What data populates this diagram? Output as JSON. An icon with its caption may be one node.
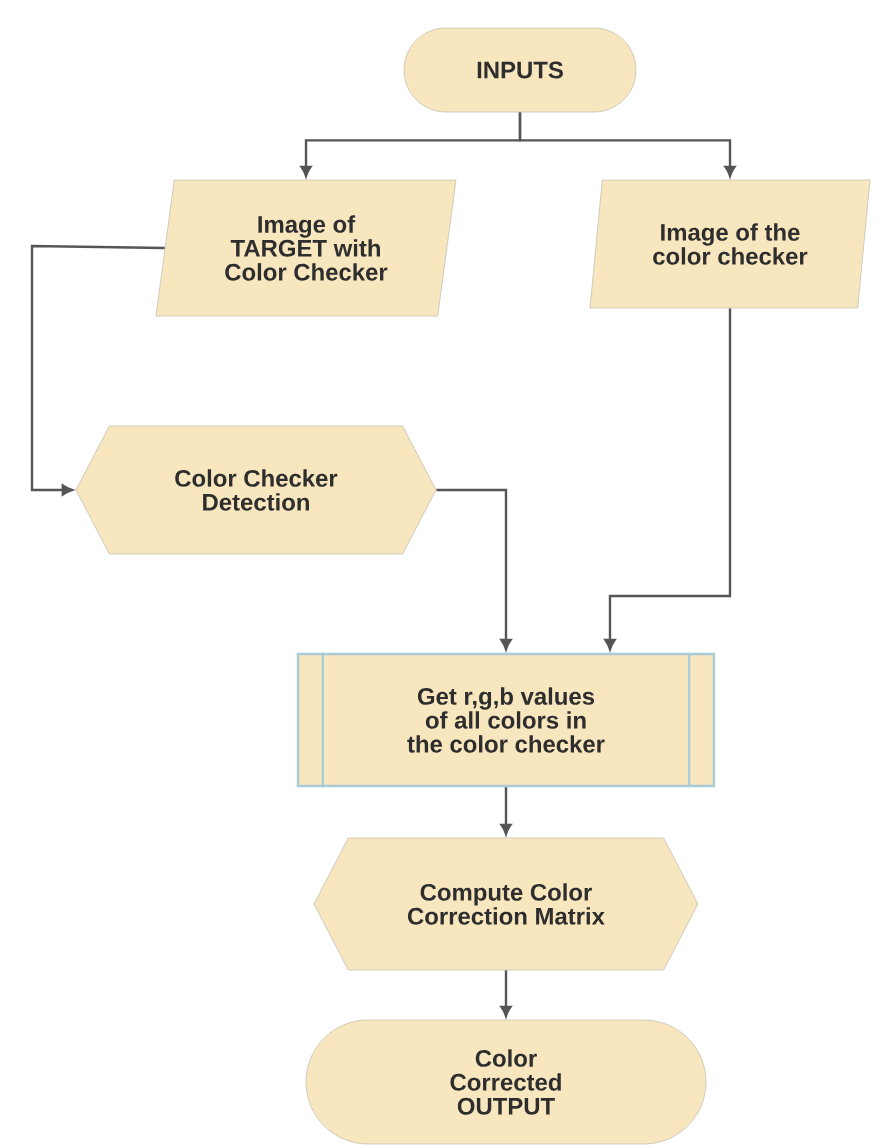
{
  "diagram": {
    "nodes": [
      {
        "text": [
          "INPUTS"
        ]
      },
      {
        "text": [
          "Image of TARGET with Color Checker"
        ]
      },
      {
        "text": [
          "Image of the color checker"
        ]
      },
      {
        "text": [
          "Color Checker Detection"
        ]
      },
      {
        "text": [
          "Get r,g,b values of all colors in the color checker"
        ]
      },
      {
        "text": [
          "Compute Color Correction Matrix"
        ]
      },
      {
        "text": [
          "Color Corrected OUTPUT"
        ]
      }
    ],
    "edges": [
      {
        "from": 0,
        "to": 1,
        "arrow": "to"
      },
      {
        "from": 0,
        "to": 2,
        "arrow": "to"
      },
      {
        "from": 1,
        "to": 3,
        "arrow": "to"
      },
      {
        "from": 3,
        "to": 4,
        "arrow": "to"
      },
      {
        "from": 2,
        "to": 4,
        "arrow": "to"
      },
      {
        "from": 4,
        "to": 5,
        "arrow": "to"
      },
      {
        "from": 5,
        "to": 6,
        "arrow": "to"
      }
    ]
  }
}
